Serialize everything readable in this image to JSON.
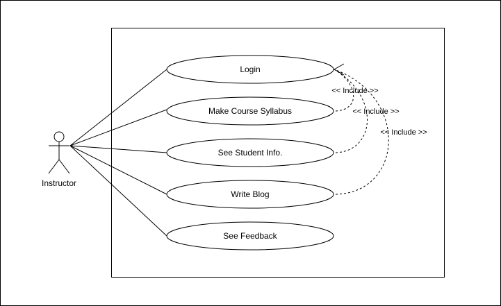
{
  "diagram": {
    "actor": {
      "name": "Instructor"
    },
    "use_cases": [
      {
        "label": "Login"
      },
      {
        "label": "Make Course Syllabus"
      },
      {
        "label": "See Student Info."
      },
      {
        "label": "Write Blog"
      },
      {
        "label": "See Feedback"
      }
    ],
    "include_labels": [
      "<< Include >>",
      "<< Include >>",
      "<< Include >>"
    ],
    "colors": {
      "stroke": "#000000",
      "fill": "#ffffff"
    }
  }
}
